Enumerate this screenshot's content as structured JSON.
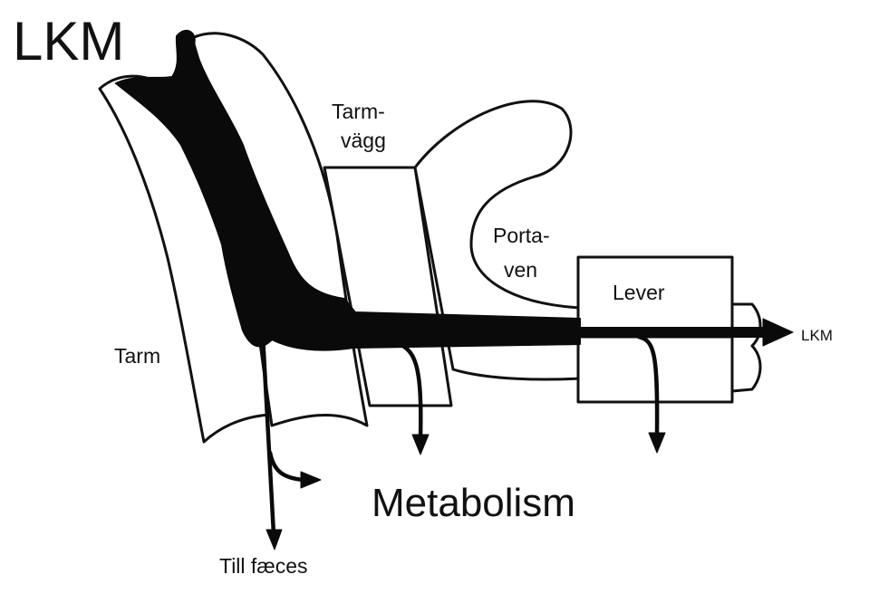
{
  "labels": {
    "top_title": "LKM",
    "intestine": "Tarm",
    "intestinal_wall_line1": "Tarm-",
    "intestinal_wall_line2": "vägg",
    "portal_vein_line1": "Porta-",
    "portal_vein_line2": "ven",
    "liver": "Lever",
    "output": "LKM",
    "metabolism": "Metabolism",
    "faeces": "Till fæces"
  },
  "colors": {
    "ink": "#0a0a0a",
    "background": "#ffffff"
  }
}
